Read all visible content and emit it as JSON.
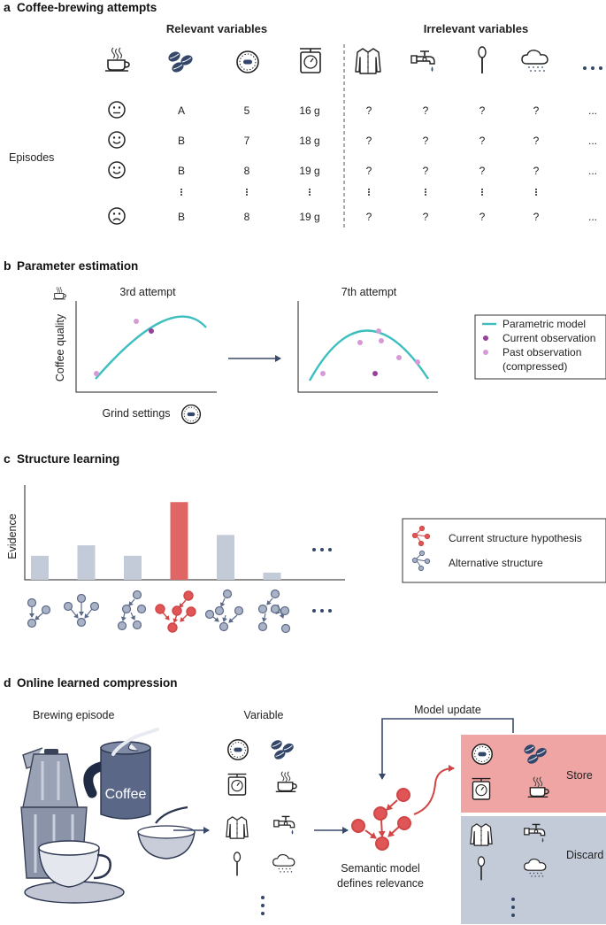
{
  "panel_a": {
    "letter": "a",
    "title": "Coffee-brewing attempts",
    "relevant_header": "Relevant variables",
    "irrelevant_header": "Irrelevant variables",
    "episodes_label": "Episodes",
    "more": "...",
    "rows": [
      {
        "face": "neutral",
        "cells": [
          "A",
          "5",
          "16 g",
          "?",
          "?",
          "?",
          "?",
          "..."
        ]
      },
      {
        "face": "happy",
        "cells": [
          "B",
          "7",
          "18 g",
          "?",
          "?",
          "?",
          "?",
          "..."
        ]
      },
      {
        "face": "happy",
        "cells": [
          "B",
          "8",
          "19 g",
          "?",
          "?",
          "?",
          "?",
          "..."
        ]
      },
      {
        "face": "sad",
        "cells": [
          "B",
          "8",
          "19 g",
          "?",
          "?",
          "?",
          "?",
          "..."
        ]
      }
    ]
  },
  "panel_b": {
    "letter": "b",
    "title": "Parameter estimation",
    "plot1_title": "3rd attempt",
    "plot2_title": "7th attempt",
    "ylabel": "Coffee quality",
    "xlabel": "Grind settings",
    "legend": [
      "Parametric model",
      "Current observation",
      "Past observation",
      "(compressed)"
    ],
    "colors": {
      "model": "#3dbfbf",
      "current": "#9b3f9b",
      "past": "#d69ad6"
    }
  },
  "panel_c": {
    "letter": "c",
    "title": "Structure learning",
    "ylabel": "Evidence",
    "legend": [
      "Current structure hypothesis",
      "Alternative structure"
    ],
    "colors": {
      "current": "#e06666",
      "alternative": "#c3cad8"
    }
  },
  "panel_d": {
    "letter": "d",
    "title": "Online learned compression",
    "brewing_episode": "Brewing episode",
    "coffee_label": "Coffee",
    "variable": "Variable",
    "model_update": "Model update",
    "store": "Store",
    "discard": "Discard",
    "semantic_line1": "Semantic model",
    "semantic_line2": "defines relevance",
    "colors": {
      "store_bg": "#f0a5a5",
      "discard_bg": "#c3cad8",
      "node_red": "#e05555"
    }
  },
  "chart_data": {
    "type": "bar",
    "categories": [
      "structure 1",
      "structure 2",
      "structure 3",
      "structure 4",
      "structure 5",
      "structure 6"
    ],
    "values": [
      0.3,
      0.43,
      0.3,
      0.97,
      0.56,
      0.09
    ],
    "highlight_index": 3,
    "ylabel": "Evidence",
    "xlabel": "",
    "ylim": [
      0,
      1.05
    ],
    "grid": false
  }
}
